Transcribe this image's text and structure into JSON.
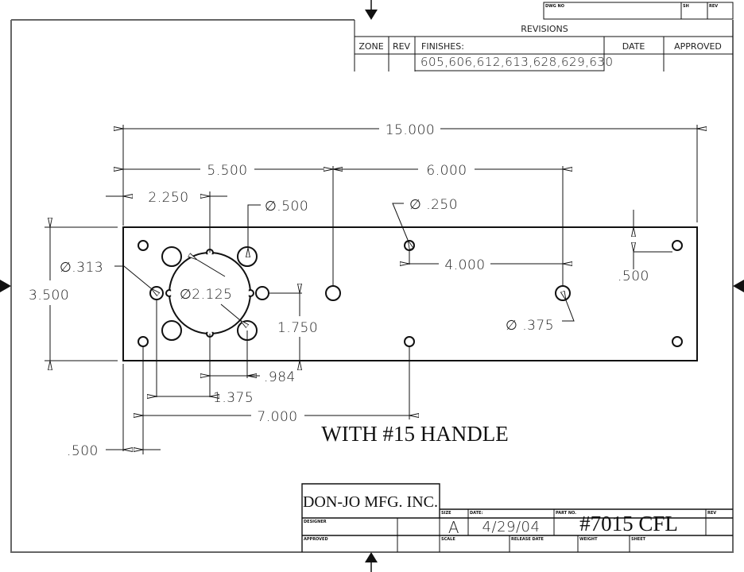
{
  "drawing": {
    "title": "WITH #15 HANDLE"
  },
  "revisions": {
    "header": "REVISIONS",
    "dwg_no_label": "DWG NO",
    "sh_label": "SH",
    "rev_label": "REV",
    "columns": [
      "ZONE",
      "REV",
      "FINISHES:",
      "DATE",
      "APPROVED"
    ],
    "finishes": "605,606,612,613,628,629,630"
  },
  "dimensions": {
    "overall_length": "15.000",
    "left_to_center": "5.500",
    "center_to_hole": "6.000",
    "hub_offset": "2.250",
    "hole_500": "∅.500",
    "hole_250": "∅ .250",
    "hole_313": "∅.313",
    "hole_2125": "∅2.125",
    "hole_375": "∅ .375",
    "spacing_4000": "4.000",
    "edge_500_right": ".500",
    "height": "3.500",
    "half_height": "1.750",
    "spacing_984": ".984",
    "spacing_1375": "1.375",
    "spacing_7000": "7.000",
    "edge_500_bottom": ".500"
  },
  "title_block": {
    "company": "DON-JO MFG. INC.",
    "designer_label": "DESIGNER",
    "approved_label": "APPROVED",
    "size_label": "SIZE",
    "size": "A",
    "date_label": "DATE:",
    "date": "4/29/04",
    "part_no_label": "PART NO.",
    "part_no": "#7015 CFL",
    "rev_label": "REV",
    "scale_label": "SCALE",
    "release_date_label": "RELEASE DATE",
    "weight_label": "WEIGHT",
    "sheet_label": "SHEET"
  }
}
